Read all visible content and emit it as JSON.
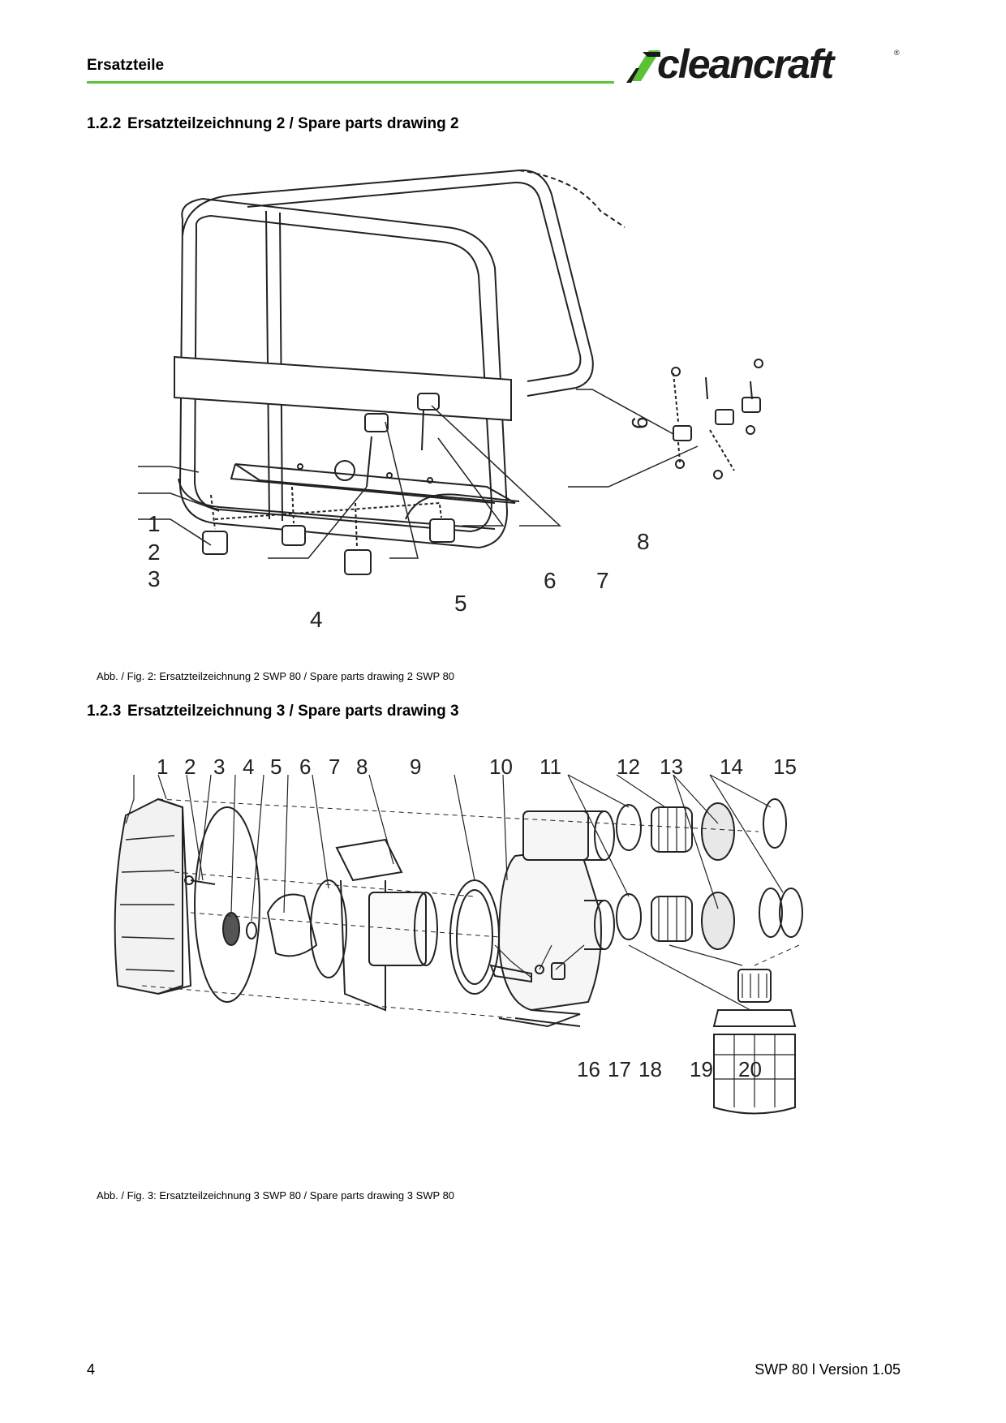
{
  "header": {
    "title": "Ersatzteile",
    "logo_text": "cleancraft",
    "logo_reg": "®",
    "accent_color": "#5bc236"
  },
  "section_2": {
    "number": "1.2.2",
    "title": "Ersatzteilzeichnung 2 / Spare parts drawing 2",
    "callouts": [
      "1",
      "2",
      "3",
      "4",
      "5",
      "6",
      "7",
      "8",
      "9"
    ],
    "caption": "Abb. / Fig. 2: Ersatzteilzeichnung 2 SWP 80 / Spare parts drawing 2 SWP 80"
  },
  "section_3": {
    "number": "1.2.3",
    "title": "Ersatzteilzeichnung 3 / Spare parts drawing 3",
    "callouts": [
      "1",
      "2",
      "3",
      "4",
      "5",
      "6",
      "7",
      "8",
      "9",
      "10",
      "11",
      "12",
      "13",
      "14",
      "15",
      "16",
      "17",
      "18",
      "19",
      "20"
    ],
    "caption": "Abb. / Fig. 3: Ersatzteilzeichnung 3 SWP 80 / Spare parts drawing 3 SWP 80"
  },
  "footer": {
    "page_number": "4",
    "version": "SWP 80 l Version 1.05"
  }
}
